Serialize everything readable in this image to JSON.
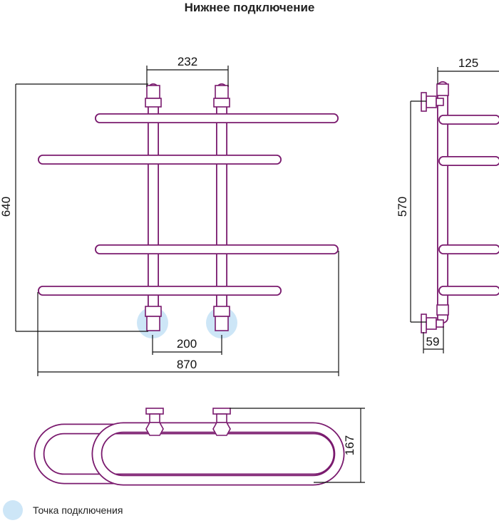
{
  "title": "Нижнее подключение",
  "dimensions": {
    "top_spacing": "232",
    "height_total": "640",
    "connection_spacing": "200",
    "width_total": "870",
    "depth": "125",
    "side_height": "570",
    "offset": "59",
    "bottom_depth": "167"
  },
  "legend": {
    "label": "Точка подключения"
  },
  "colors": {
    "pipe": "#7a1a6e",
    "connection_point": "#cde6f7",
    "dimension_line": "#111111"
  }
}
